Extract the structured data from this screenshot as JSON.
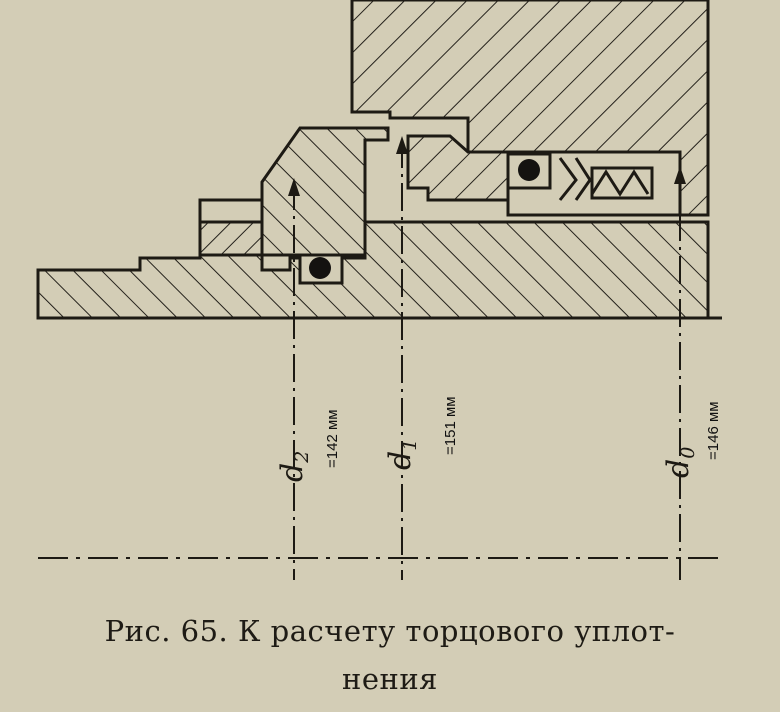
{
  "figure": {
    "caption_line1": "Рис. 65. К расчету торцового уплот-",
    "caption_line2": "нения"
  },
  "dimensions": [
    {
      "symbol": "d",
      "sub": "2",
      "value_label": "=142 мм"
    },
    {
      "symbol": "d",
      "sub": "1",
      "value_label": "=151 мм"
    },
    {
      "symbol": "d",
      "sub": "0",
      "value_label": "=146 мм"
    }
  ],
  "colors": {
    "paper": "#d3cdb6",
    "ink": "#1d1a14"
  }
}
